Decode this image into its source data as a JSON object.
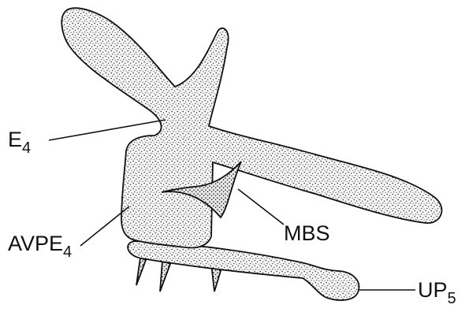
{
  "figure": {
    "labels": {
      "e4": {
        "base": "E",
        "sub": "4"
      },
      "avpe4": {
        "base": "AVPE",
        "sub": "4"
      },
      "mbs": {
        "base": "MBS"
      },
      "up5": {
        "base": "UP",
        "sub": "5"
      }
    },
    "colors": {
      "ink": "#111111",
      "paper": "#ffffff"
    }
  }
}
